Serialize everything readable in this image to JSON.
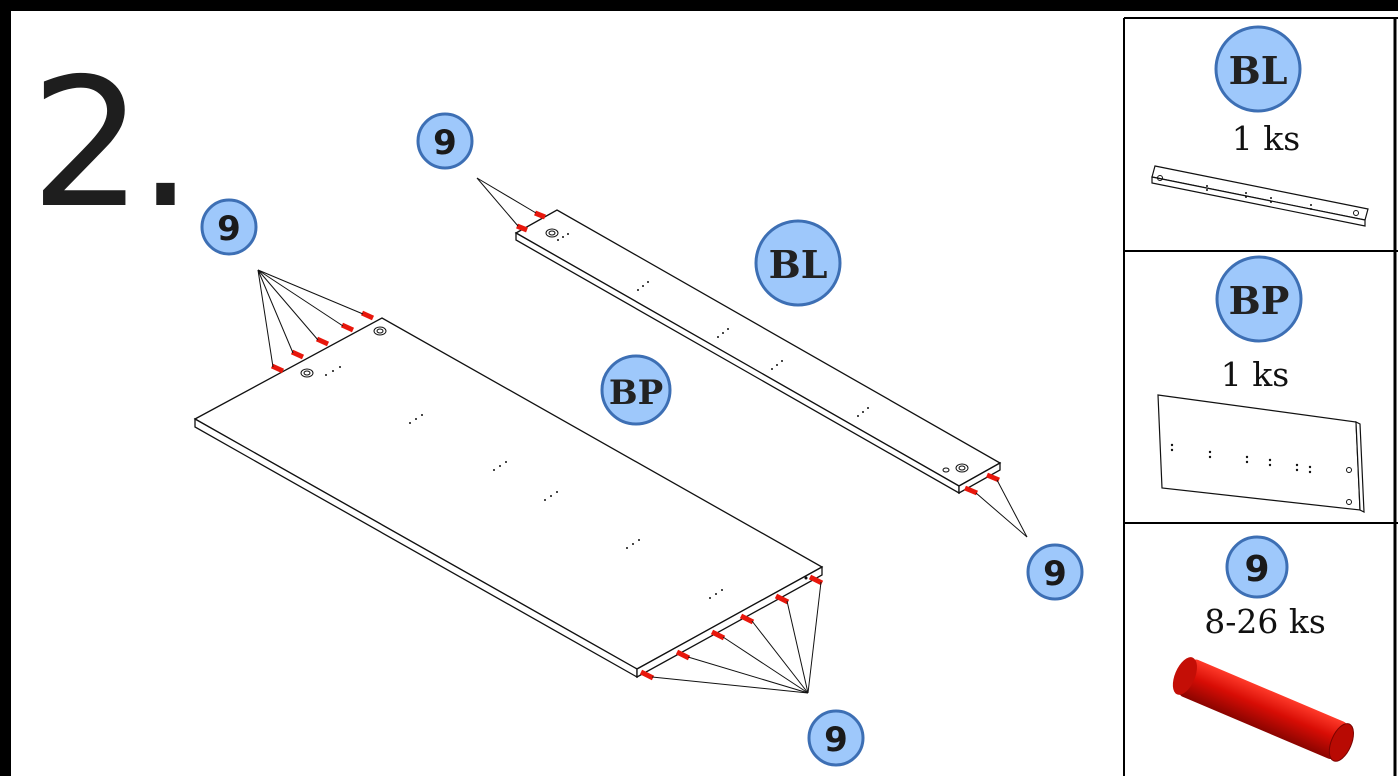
{
  "step": {
    "number": "2."
  },
  "labels": {
    "side_panel": "BL",
    "back_panel": "BP",
    "dowel": "9"
  },
  "parts_list": [
    {
      "code": "BL",
      "qty": "1 ks"
    },
    {
      "code": "BP",
      "qty": "1 ks"
    },
    {
      "code": "9",
      "qty": "8-26 ks"
    }
  ],
  "colors": {
    "badge_fill": "#9ec8fb",
    "badge_stroke": "#3d6fb4",
    "dowel_red": "#e8170c",
    "frame": "#000000"
  }
}
